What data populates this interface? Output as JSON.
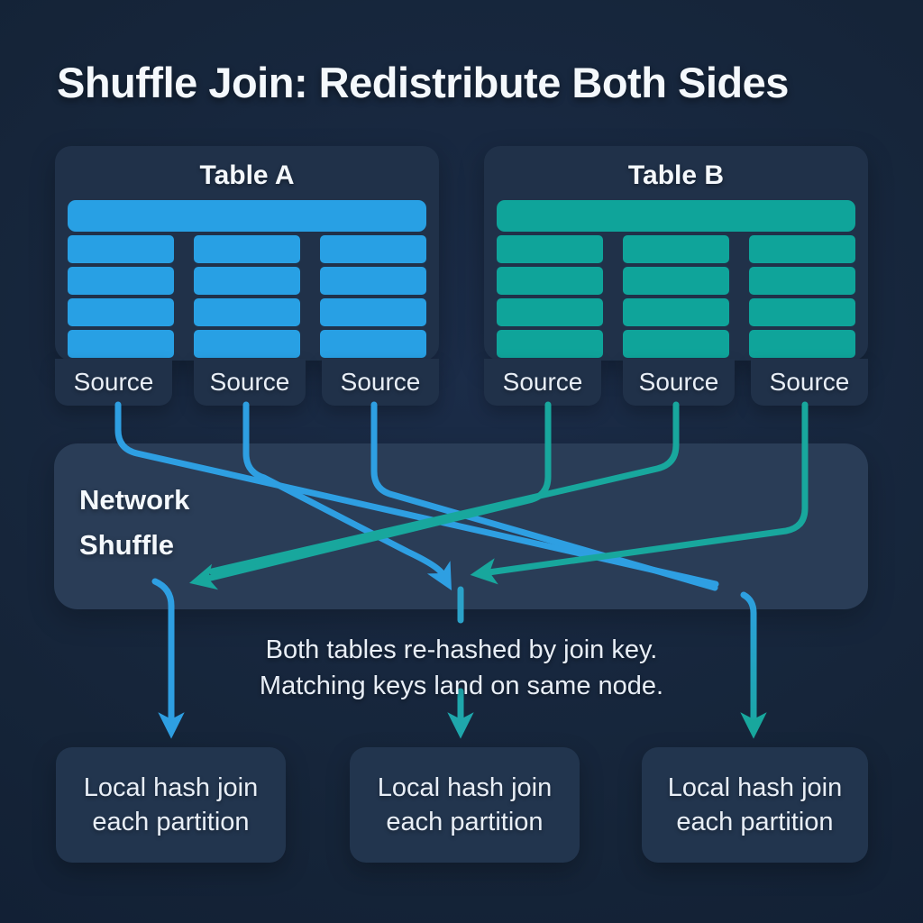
{
  "title": "Shuffle Join: Redistribute Both Sides",
  "tables": [
    {
      "name": "Table A",
      "sources": [
        "Source",
        "Source",
        "Source"
      ],
      "grid": {
        "has_header": true,
        "rows": 4,
        "cols": 3
      },
      "bar_color": "#28a0e4"
    },
    {
      "name": "Table B",
      "sources": [
        "Source",
        "Source",
        "Source"
      ],
      "grid": {
        "has_header": true,
        "rows": 4,
        "cols": 3
      },
      "bar_color": "#0fa49a"
    }
  ],
  "shuffle": {
    "label_line1": "Network",
    "label_line2": "Shuffle"
  },
  "caption": {
    "line1": "Both tables re-hashed by join key.",
    "line2": "Matching keys land on same node."
  },
  "nodes": [
    {
      "line1": "Local hash join",
      "line2": "each partition"
    },
    {
      "line1": "Local hash join",
      "line2": "each partition"
    },
    {
      "line1": "Local hash join",
      "line2": "each partition"
    }
  ],
  "colors": {
    "bg": "#152438",
    "panel": "#203149",
    "band": "#2a3d57",
    "box": "#22354e",
    "barA": "#28a0e4",
    "barB": "#0fa49a",
    "lineBlue": "#2e9fe2",
    "lineTeal": "#18a79d",
    "centerArrow": "#1fa7ac",
    "textPrimary": "#f4f8fc",
    "textSecondary": "#e8eef6"
  }
}
